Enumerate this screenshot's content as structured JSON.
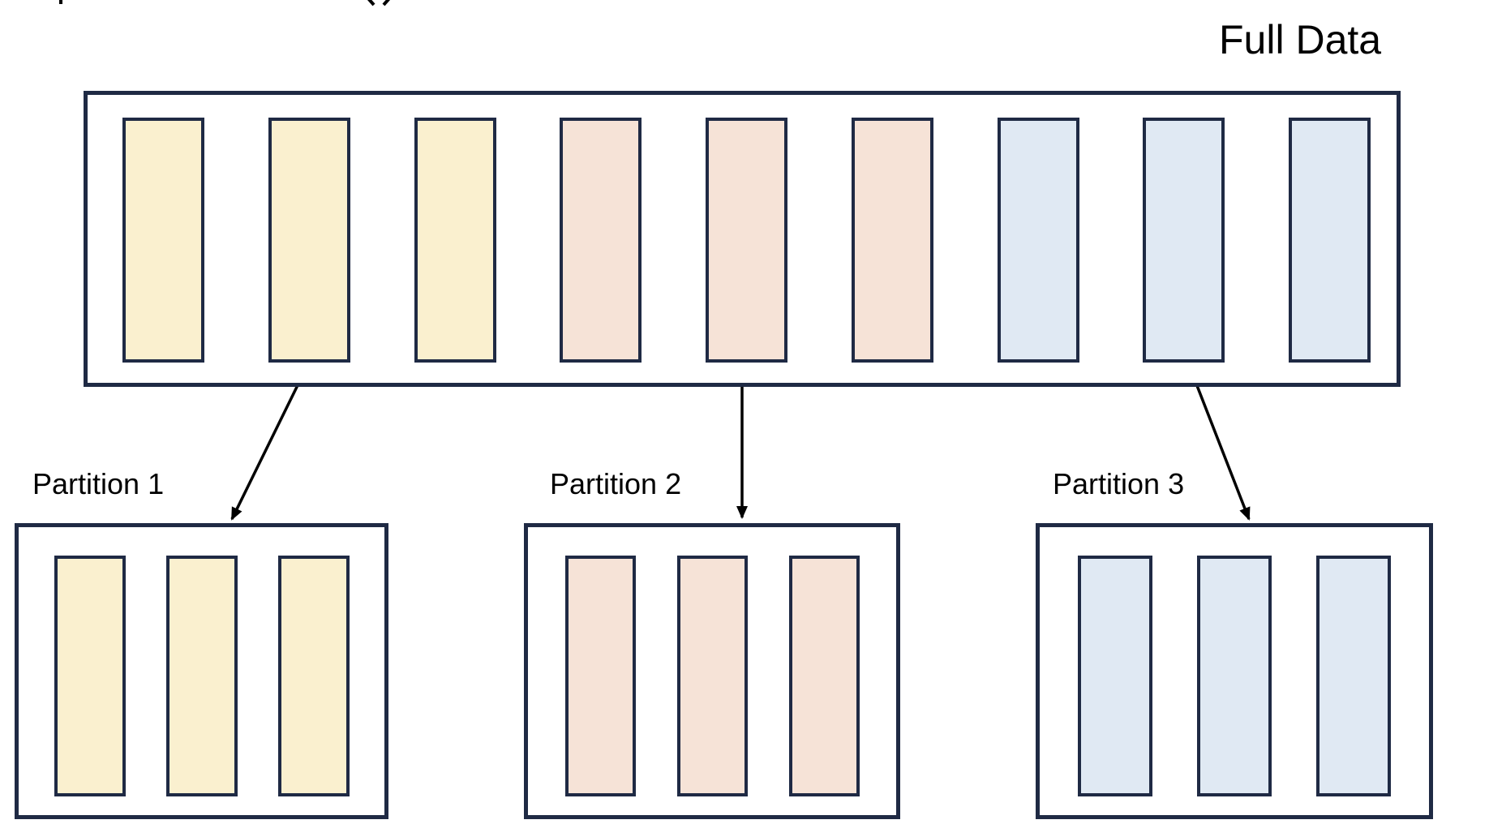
{
  "diagram": {
    "full_data": {
      "label": "Full Data",
      "blocks": [
        {
          "name": "data-block-yellow",
          "color": "#FAF0CF"
        },
        {
          "name": "data-block-yellow",
          "color": "#FAF0CF"
        },
        {
          "name": "data-block-yellow",
          "color": "#FAF0CF"
        },
        {
          "name": "data-block-pink",
          "color": "#F6E3D7"
        },
        {
          "name": "data-block-pink",
          "color": "#F6E3D7"
        },
        {
          "name": "data-block-pink",
          "color": "#F6E3D7"
        },
        {
          "name": "data-block-blue",
          "color": "#E0E9F3"
        },
        {
          "name": "data-block-blue",
          "color": "#E0E9F3"
        },
        {
          "name": "data-block-blue",
          "color": "#E0E9F3"
        }
      ]
    },
    "partitions": [
      {
        "label": "Partition 1",
        "blocks": [
          {
            "name": "data-block-yellow",
            "color": "#FAF0CF"
          },
          {
            "name": "data-block-yellow",
            "color": "#FAF0CF"
          },
          {
            "name": "data-block-yellow",
            "color": "#FAF0CF"
          }
        ]
      },
      {
        "label": "Partition 2",
        "blocks": [
          {
            "name": "data-block-pink",
            "color": "#F6E3D7"
          },
          {
            "name": "data-block-pink",
            "color": "#F6E3D7"
          },
          {
            "name": "data-block-pink",
            "color": "#F6E3D7"
          }
        ]
      },
      {
        "label": "Partition 3",
        "blocks": [
          {
            "name": "data-block-blue",
            "color": "#E0E9F3"
          },
          {
            "name": "data-block-blue",
            "color": "#E0E9F3"
          },
          {
            "name": "data-block-blue",
            "color": "#E0E9F3"
          }
        ]
      }
    ],
    "colors": {
      "box_border": "#1F2A44",
      "arrow": "#000000",
      "yellow_block": "#FAF0CF",
      "pink_block": "#F6E3D7",
      "blue_block": "#E0E9F3"
    }
  }
}
